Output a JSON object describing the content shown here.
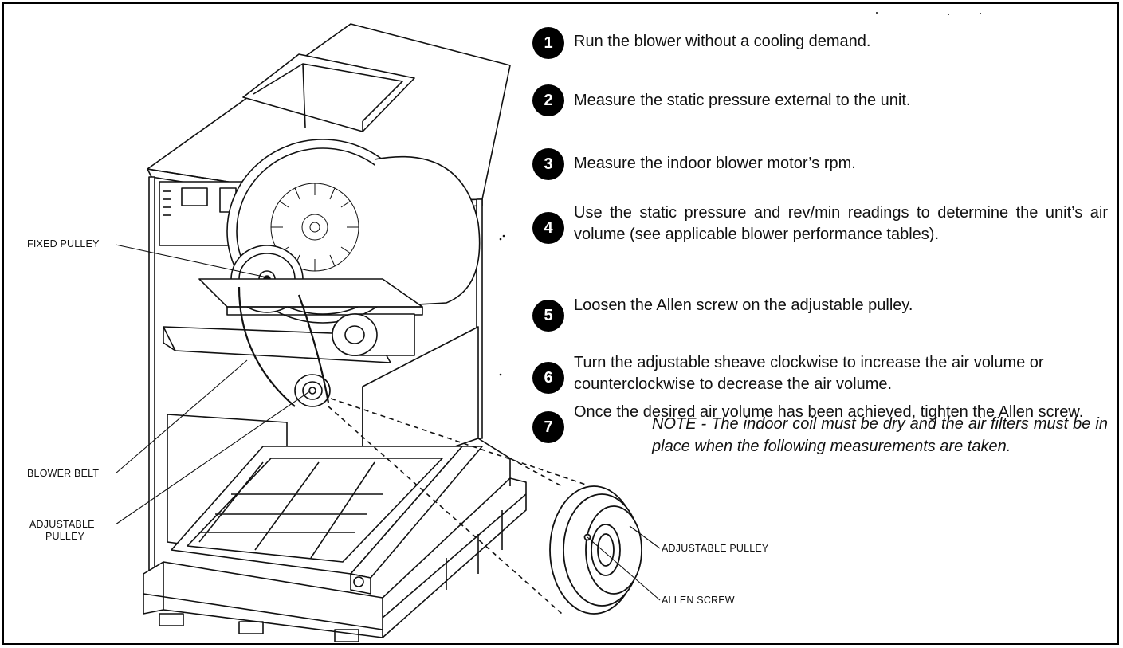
{
  "steps": [
    {
      "num": "1",
      "text": "Run the blower without a cooling demand."
    },
    {
      "num": "2",
      "text": "Measure the static pressure external to the unit."
    },
    {
      "num": "3",
      "text": "Measure the indoor blower motor’s rpm."
    },
    {
      "num": "4",
      "text": "Use the static pressure and rev/min readings to determine the unit’s air volume (see applicable blower performance tables)."
    },
    {
      "num": "5",
      "text": "Loosen the Allen screw on the adjustable pulley."
    },
    {
      "num": "6",
      "text": "Turn the adjustable sheave clockwise to increase the air volume or counterclockwise to decrease the air volume."
    },
    {
      "num": "7",
      "text": "Once the desired air volume has been achieved, tighten the Allen screw."
    }
  ],
  "note": "NOTE - The indoor coil must be dry and the air filters must be in place when the following measurements are taken.",
  "callouts": {
    "fixed_pulley": "FIXED PULLEY",
    "blower_belt": "BLOWER BELT",
    "adjustable_pulley_left_line1": "ADJUSTABLE",
    "adjustable_pulley_left_line2": "PULLEY",
    "adjustable_pulley_detail": "ADJUSTABLE PULLEY",
    "allen_screw": "ALLEN SCREW"
  }
}
